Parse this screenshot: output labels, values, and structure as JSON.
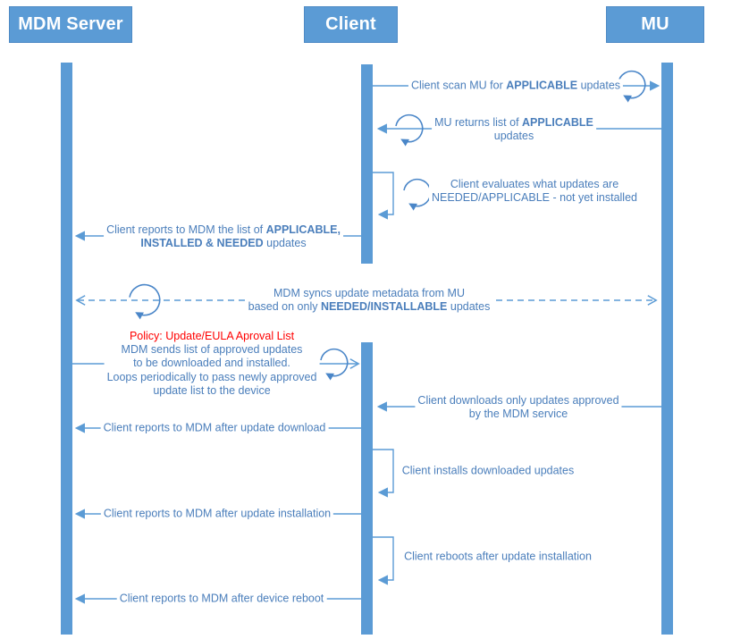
{
  "diagram_type": "sequence-diagram",
  "actors": {
    "mdm": "MDM Server",
    "client": "Client",
    "mu": "MU"
  },
  "colors": {
    "primary_blue": "#5B9BD5",
    "label_blue": "#4A7EBB",
    "policy_red": "#FF0000",
    "background": "#FFFFFF"
  },
  "messages": {
    "scan": {
      "pre": "Client scan MU for ",
      "bold": "APPLICABLE",
      "post": " updates"
    },
    "returns": {
      "pre": "MU returns list of ",
      "bold": "APPLICABLE",
      "line2": "updates"
    },
    "evaluate": {
      "line1": "Client evaluates what updates are",
      "line2": "NEEDED/APPLICABLE - not yet installed"
    },
    "report_list": {
      "pre": "Client reports to MDM the list of ",
      "bold1": "APPLICABLE,",
      "bold2": "INSTALLED & NEEDED",
      "post": " updates"
    },
    "sync": {
      "line1": "MDM syncs update metadata from MU",
      "pre2": "based on only ",
      "bold2": "NEEDED/INSTALLABLE",
      "post2": " updates"
    },
    "policy": {
      "title": "Policy: Update/EULA Aproval List",
      "line1": "MDM sends list of approved updates",
      "line2": "to be downloaded and installed.",
      "line3": "Loops periodically to pass newly approved",
      "line4": "update list to the device"
    },
    "download": {
      "line1": "Client downloads only updates approved",
      "line2": "by the MDM service"
    },
    "report_download": "Client reports to MDM after update download",
    "install": "Client installs downloaded updates",
    "report_install": "Client reports to MDM after update installation",
    "reboot": "Client reboots after update installation",
    "report_reboot": "Client reports to MDM after device reboot"
  }
}
